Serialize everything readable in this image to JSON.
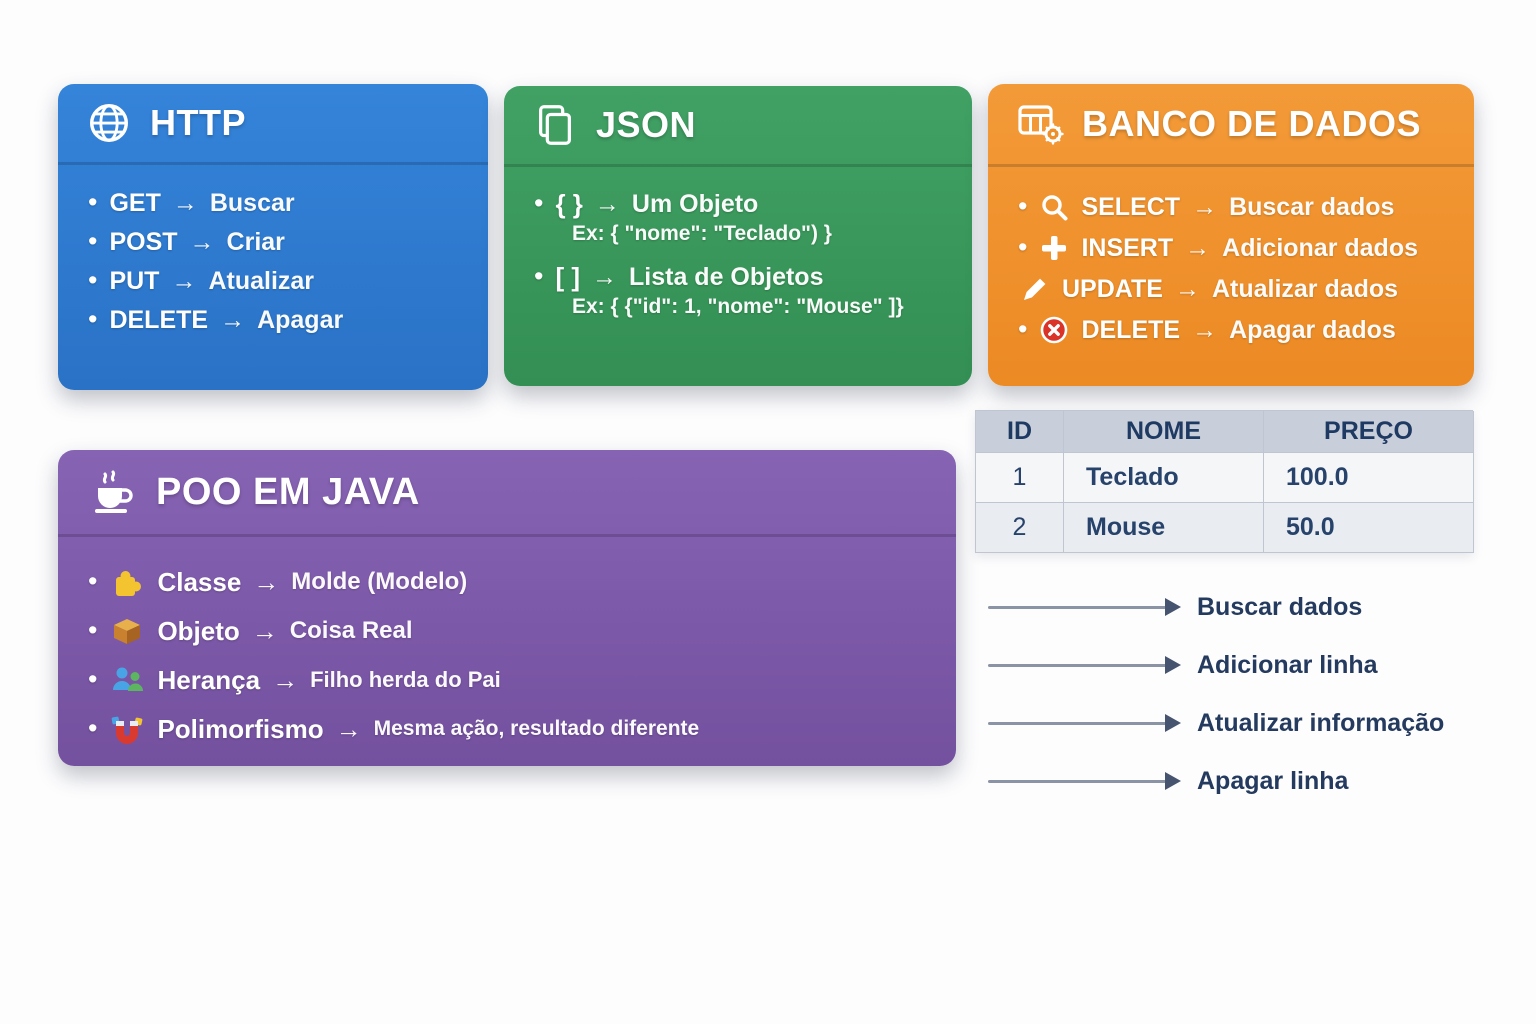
{
  "glyphs": {
    "arrow": "→",
    "bullet": "•"
  },
  "cards": {
    "http": {
      "title": "HTTP",
      "items": [
        {
          "term": "GET",
          "desc": "Buscar"
        },
        {
          "term": "POST",
          "desc": "Criar"
        },
        {
          "term": "PUT",
          "desc": "Atualizar"
        },
        {
          "term": "DELETE",
          "desc": "Apagar"
        }
      ]
    },
    "json": {
      "title": "JSON",
      "items": [
        {
          "term": "{ }",
          "desc": "Um Objeto",
          "example": "Ex: { \"nome\": \"Teclado\") }"
        },
        {
          "term": "[ ]",
          "desc": "Lista de Objetos",
          "example": "Ex: { {\"id\": 1,  \"nome\": \"Mouse\" ]}"
        }
      ]
    },
    "database": {
      "title": "BANCO DE DADOS",
      "items": [
        {
          "icon": "magnifier-icon",
          "term": "SELECT",
          "desc": "Buscar dados"
        },
        {
          "icon": "plus-icon",
          "term": "INSERT",
          "desc": "Adicionar dados"
        },
        {
          "icon": "pencil-icon",
          "term": "UPDATE",
          "desc": "Atualizar dados"
        },
        {
          "icon": "x-circle-icon",
          "term": "DELETE",
          "desc": "Apagar dados"
        }
      ]
    },
    "poo": {
      "title": "POO EM JAVA",
      "items": [
        {
          "icon": "puzzle-icon",
          "term": "Classe",
          "desc": "Molde (Modelo)"
        },
        {
          "icon": "box-icon",
          "term": "Objeto",
          "desc": "Coisa Real"
        },
        {
          "icon": "people-icon",
          "term": "Herança",
          "desc": "Filho herda do Pai"
        },
        {
          "icon": "magnet-icon",
          "term": "Polimorfismo",
          "desc": "Mesma ação, resultado diferente"
        }
      ]
    }
  },
  "table": {
    "headers": [
      "ID",
      "NOME",
      "PREÇO"
    ],
    "rows": [
      [
        "1",
        "Teclado",
        "100.0"
      ],
      [
        "2",
        "Mouse",
        "50.0"
      ]
    ]
  },
  "legend": {
    "items": [
      {
        "label": "Buscar dados"
      },
      {
        "label": "Adicionar linha"
      },
      {
        "label": "Atualizar informação"
      },
      {
        "label": "Apagar linha"
      }
    ]
  },
  "colors": {
    "http_blue": "#2e7ccd",
    "json_green": "#3a9a5c",
    "database_orange": "#f0922f",
    "poo_purple": "#7e5cab",
    "table_header": "#c9cfda",
    "text_dark": "#22395c",
    "delete_red": "#da3327"
  }
}
